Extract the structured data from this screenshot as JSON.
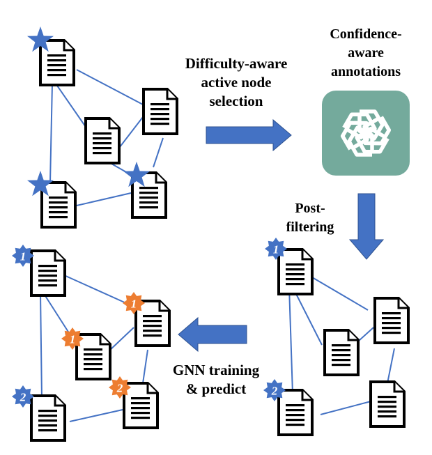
{
  "labels": {
    "selection": [
      "Difficulty-aware",
      "active node",
      "selection"
    ],
    "annotations": [
      "Confidence-",
      "aware",
      "annotations"
    ],
    "post_filtering": [
      "Post-",
      "filtering"
    ],
    "gnn": [
      "GNN training",
      "& predict"
    ]
  },
  "badges": {
    "one": "1",
    "two": "2"
  },
  "colors": {
    "edge": "#4472c4",
    "arrow": "#4472c4",
    "star": "#4472c4",
    "badge_blue": "#4472c4",
    "badge_orange": "#ed7d31",
    "logo_bg": "#74aa9c",
    "doc_border": "#000000"
  },
  "icons": {
    "document": "document-icon",
    "star": "star-icon",
    "logo": "openai-logo-icon",
    "arrow": "arrow-icon"
  }
}
